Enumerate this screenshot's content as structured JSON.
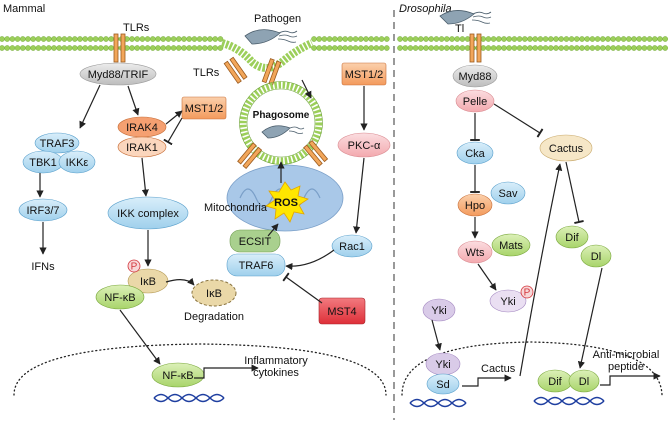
{
  "panels": {
    "mammal": "Mammal",
    "drosophila": "Drosophila"
  },
  "mammal": {
    "tlrs_top": "TLRs",
    "myd88_trif": "Myd88/TRIF",
    "traf3": "TRAF3",
    "tbk1": "TBK1",
    "ikke": "IKKε",
    "irf37": "IRF3/7",
    "ifns": "IFNs",
    "irak4": "IRAK4",
    "irak1": "IRAK1",
    "mst12_left": "MST1/2",
    "ikk_complex": "IKK complex",
    "p_badge": "P",
    "ikb": "IκB",
    "ikb_degraded": "IκB",
    "degradation": "Degradation",
    "nfkb": "NF-κB",
    "nfkb_nucleus": "NF-κB",
    "inflammatory_line1": "Inflammatory",
    "inflammatory_line2": "cytokines",
    "pathogen": "Pathogen",
    "tlrs_phago": "TLRs",
    "phagosome": "Phagosome",
    "mitochondria": "Mitochondria",
    "ros": "ROS",
    "ecsit": "ECSIT",
    "traf6": "TRAF6",
    "mst12_right": "MST1/2",
    "pkca": "PKC-α",
    "rac1": "Rac1",
    "mst4": "MST4"
  },
  "drosophila": {
    "tl": "Tl",
    "myd88": "Myd88",
    "pelle": "Pelle",
    "cka": "Cka",
    "cactus": "Cactus",
    "hpo": "Hpo",
    "sav": "Sav",
    "wts": "Wts",
    "mats": "Mats",
    "dif": "Dif",
    "dl": "Dl",
    "yki": "Yki",
    "yki_p": "Yki",
    "p_badge": "P",
    "yki_nucleus": "Yki",
    "sd": "Sd",
    "cactus_nucleus": "Cactus",
    "dif_nucleus": "Dif",
    "dl_nucleus": "Dl",
    "amp_line1": "Anti-microbial",
    "amp_line2": "peptide"
  },
  "colors": {
    "membrane": "#9ccf5a",
    "receptor": "#f2a65a",
    "myd88": "#cfcfcf",
    "blue": "#b8def2",
    "orange": "#f7b07a",
    "pink": "#f6bdc0",
    "green": "#bfe08a",
    "red": "#e8444c",
    "ecsit": "#a9d08e",
    "mito": "#a9c8e8",
    "ros": "#ffe600",
    "dna": "#1f3fa0"
  }
}
